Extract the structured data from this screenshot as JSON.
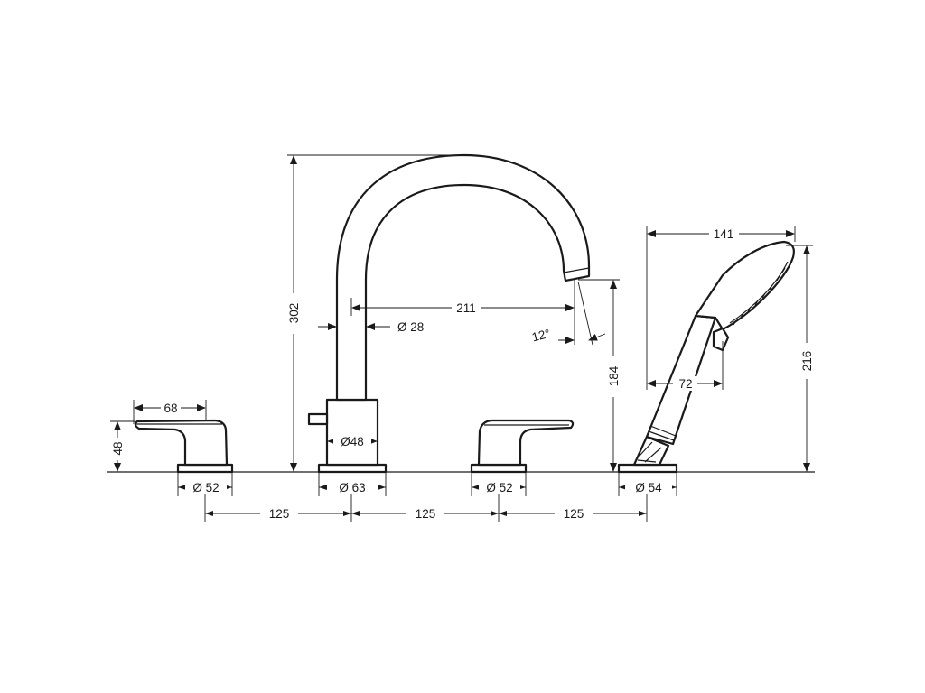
{
  "dimensions": {
    "lever_left_width": "68",
    "lever_left_height": "48",
    "base_left_diameter": "Ø 52",
    "spout_height": "302",
    "spout_reach": "211",
    "spout_tube_diameter": "Ø 28",
    "spout_body_diameter": "Ø48",
    "base_center_diameter": "Ø 63",
    "outlet_angle": "12°",
    "outlet_height": "184",
    "base_right_lever_diameter": "Ø 52",
    "shower_width": "141",
    "shower_height": "216",
    "shower_offset": "72",
    "base_shower_diameter": "Ø 54",
    "spacing_1": "125",
    "spacing_2": "125",
    "spacing_3": "125"
  }
}
